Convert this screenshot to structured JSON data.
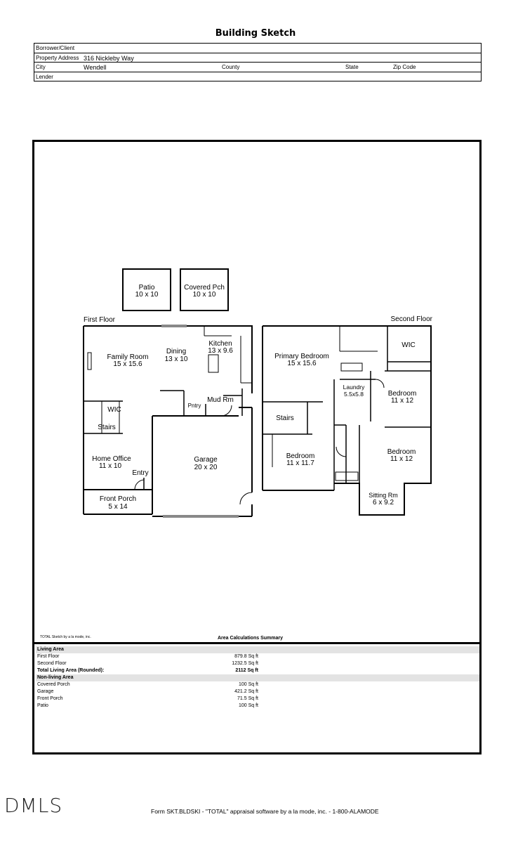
{
  "title": "Building Sketch",
  "header": {
    "borrower_label": "Borrower/Client",
    "borrower_value": "",
    "address_label": "Property Address",
    "address_value": "316 Nickleby Way",
    "city_label": "City",
    "city_value": "Wendell",
    "county_label": "County",
    "state_label": "State",
    "zip_label": "Zip Code",
    "lender_label": "Lender"
  },
  "floor_labels": {
    "first": "First Floor",
    "second": "Second Floor"
  },
  "rooms": {
    "patio": [
      "Patio",
      "10 x 10"
    ],
    "covered_pch": [
      "Covered Pch",
      "10 x 10"
    ],
    "kitchen": [
      "Kitchen",
      "13 x 9.6"
    ],
    "dining": [
      "Dining",
      "13 x 10"
    ],
    "family_room": [
      "Family Room",
      "15 x 15.6"
    ],
    "wic1": "WIC",
    "stairs1": "Stairs",
    "pntry": "Pntry",
    "mud_rm": "Mud Rm",
    "home_office": [
      "Home Office",
      "11 x 10"
    ],
    "entry": "Entry",
    "garage": [
      "Garage",
      "20 x 20"
    ],
    "front_porch": [
      "Front Porch",
      "5 x 14"
    ],
    "primary_bedroom": [
      "Primary Bedroom",
      "15 x 15.6"
    ],
    "wic2": "WIC",
    "laundry": [
      "Laundry",
      "5.5x5.8"
    ],
    "bedroom_a": [
      "Bedroom",
      "11 x 12"
    ],
    "stairs2": "Stairs",
    "bedroom_b": [
      "Bedroom",
      "11 x 11.7"
    ],
    "bedroom_c": [
      "Bedroom",
      "11 x 12"
    ],
    "sitting_rm": [
      "Sitting Rm",
      "6 x 9.2"
    ]
  },
  "summary": {
    "credit": "TOTAL Sketch by a la mode, inc.",
    "title": "Area Calculations Summary",
    "living_header": "Living Area",
    "living": [
      {
        "name": "First Floor",
        "value": "879.8 Sq ft"
      },
      {
        "name": "Second Floor",
        "value": "1232.5 Sq ft"
      }
    ],
    "total": {
      "name": "Total Living Area (Rounded):",
      "value": "2112 Sq ft"
    },
    "nonliving_header": "Non-living Area",
    "nonliving": [
      {
        "name": "Covered Porch",
        "value": "100 Sq ft"
      },
      {
        "name": "Garage",
        "value": "421.2 Sq ft"
      },
      {
        "name": "Front Porch",
        "value": "71.5 Sq ft"
      },
      {
        "name": "Patio",
        "value": "100 Sq ft"
      }
    ]
  },
  "footer": {
    "logo": "DMLS",
    "form_line": "Form SKT.BLDSKI - \"TOTAL\" appraisal software by a la mode, inc. - 1-800-ALAMODE"
  }
}
